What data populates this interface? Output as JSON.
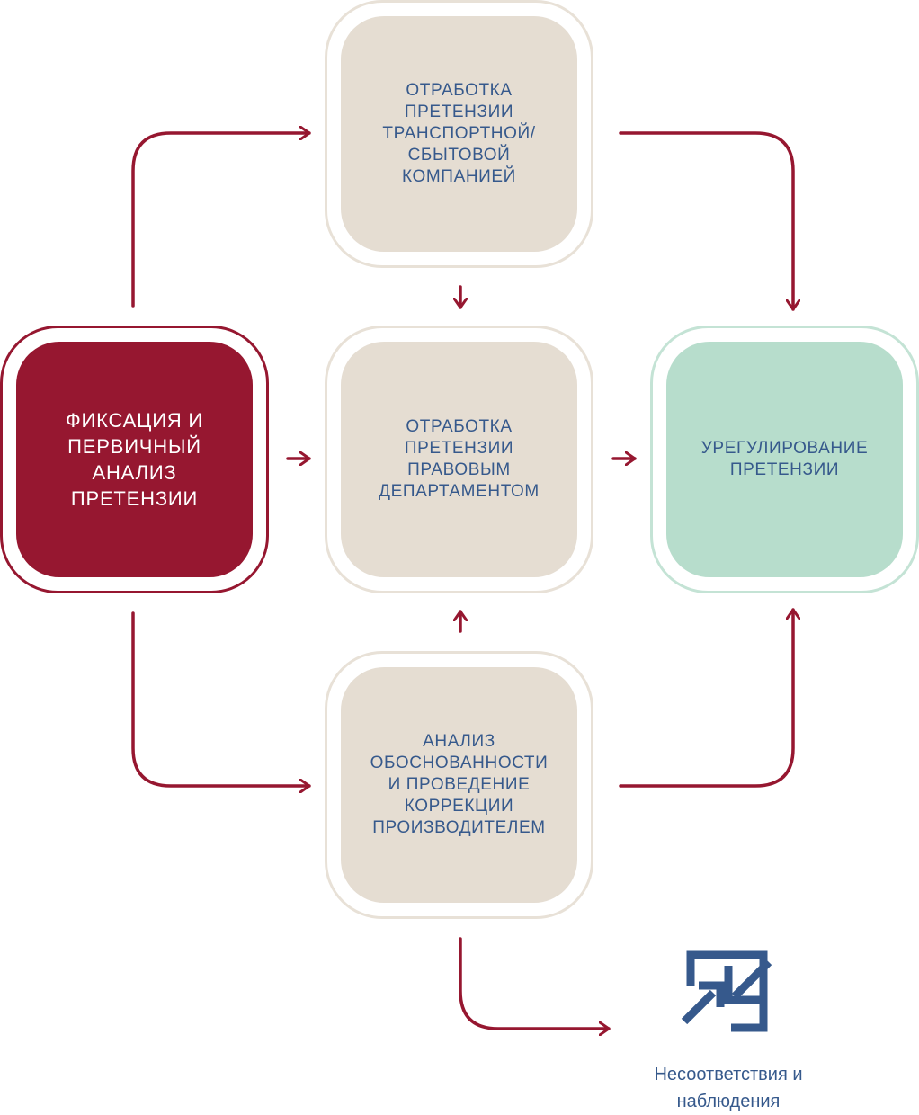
{
  "colors": {
    "arrow": "#961730",
    "text_blue": "#36598c",
    "beige": "#e5ddd2",
    "red": "#961730",
    "green": "#b7ddcc"
  },
  "nodes": {
    "fixation": {
      "label": "Фиксация и\nпервичный\nанализ\nпретензии"
    },
    "transport": {
      "label": "Отработка\nпретензии\nтранспортной/\nсбытовой\nкомпанией"
    },
    "legal": {
      "label": "Отработка\nпретензии\nправовым\nдепартаментом"
    },
    "settlement": {
      "label": "Урегулирование\nпретензии"
    },
    "analysis": {
      "label": "Анализ\nобоснованности\nи проведение\nкоррекции\nпроизводителем"
    }
  },
  "nonconformity": {
    "icon": "arrows-inward-square-icon",
    "label": "Несоответствия и\nнаблюдения"
  }
}
